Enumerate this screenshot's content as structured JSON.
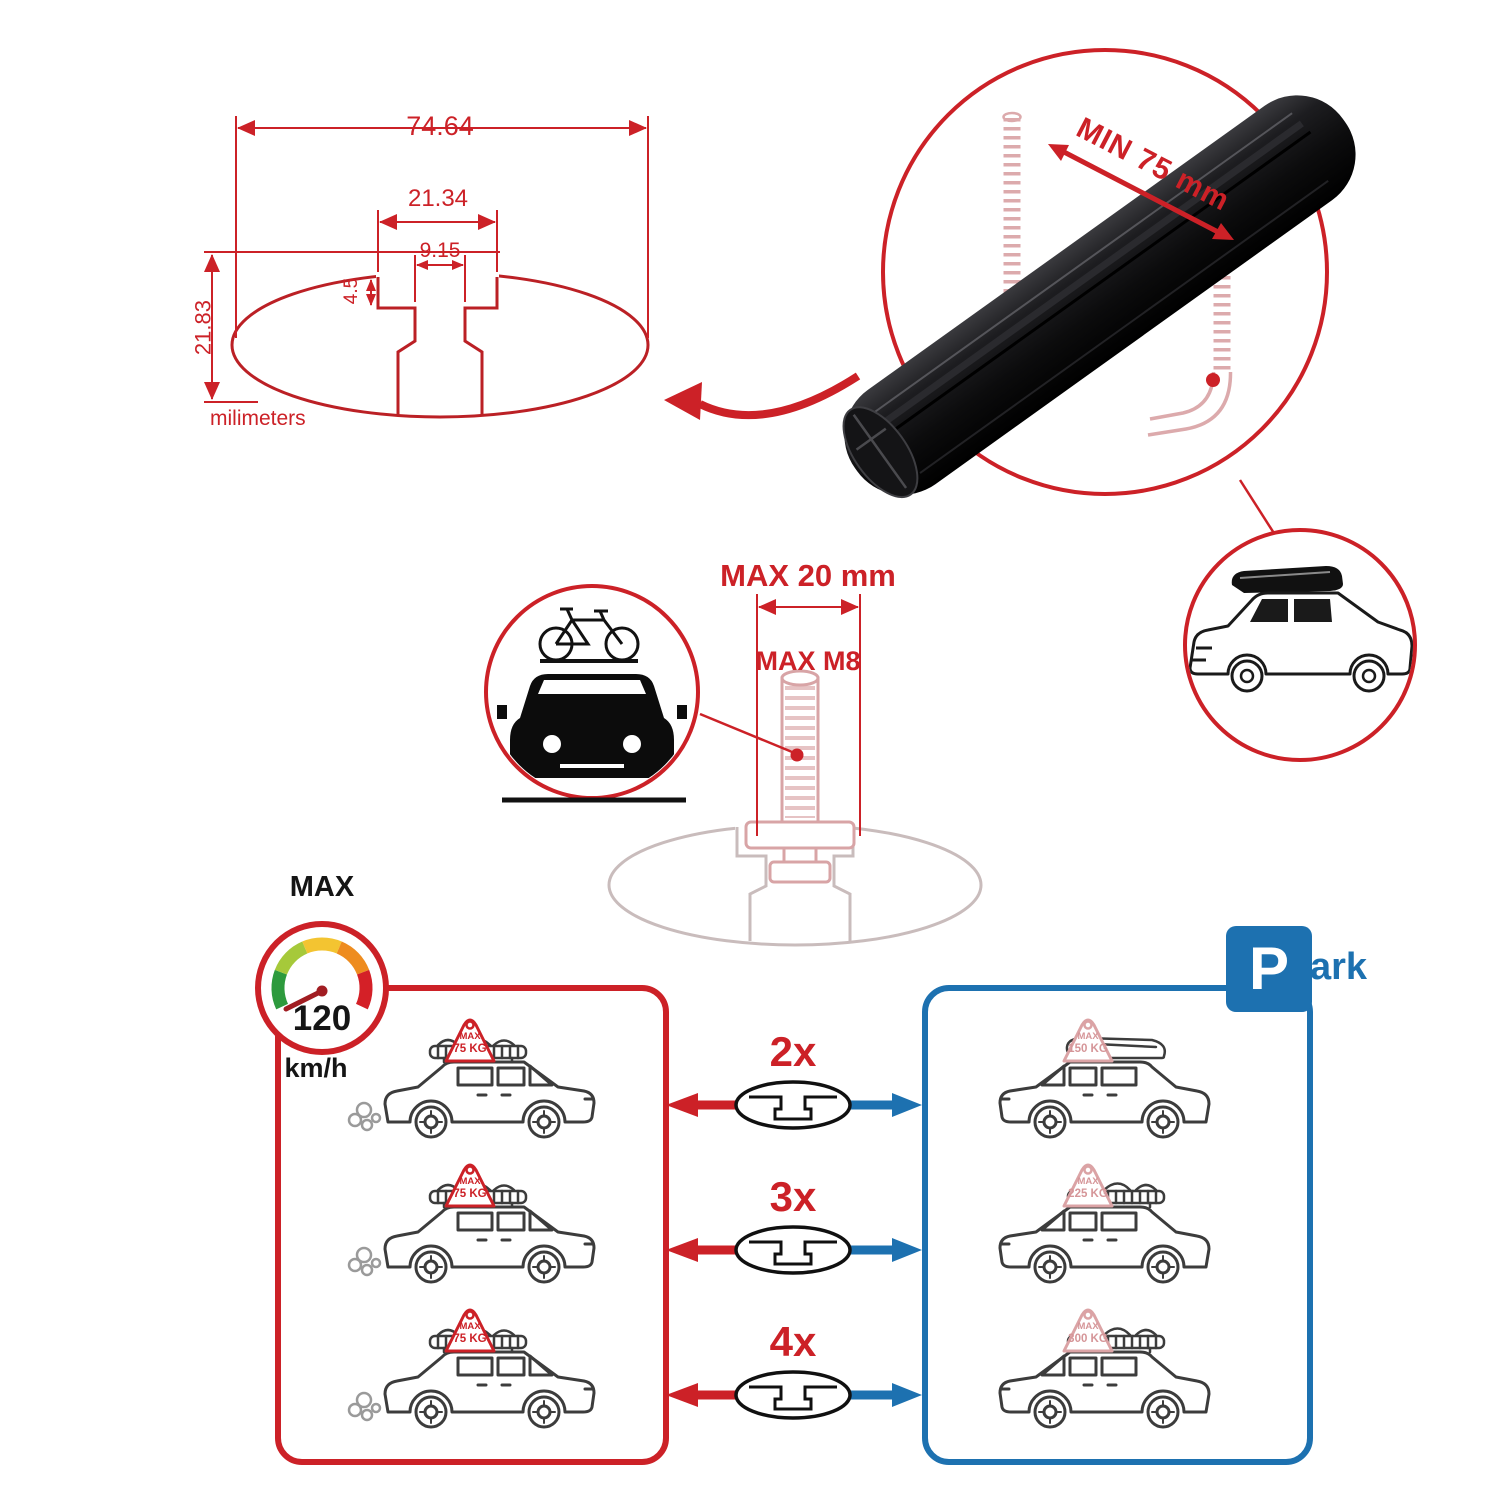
{
  "technical_drawing": {
    "total_width": "74.64",
    "slot_outer_width": "21.34",
    "slot_inner_width": "9.15",
    "lip_depth": "4.5",
    "total_height": "21.83",
    "units": "milimeters"
  },
  "crossbar_detail": {
    "min_length": "MIN 75 mm"
  },
  "bolt_detail": {
    "max_width": "MAX 20 mm",
    "max_thread": "MAX M8"
  },
  "speed_limit": {
    "label": "MAX",
    "value": "120",
    "unit": "km/h"
  },
  "parking_sign": {
    "letter": "P",
    "rest": "ark"
  },
  "driving_loads": [
    {
      "line1": "MAX",
      "line2": "75 KG"
    },
    {
      "line1": "MAX",
      "line2": "75 KG"
    },
    {
      "line1": "MAX",
      "line2": "75 KG"
    }
  ],
  "parked_loads": [
    {
      "line1": "MAX",
      "line2": "150 KG"
    },
    {
      "line1": "MAX",
      "line2": "225 KG"
    },
    {
      "line1": "MAX",
      "line2": "300 KG"
    }
  ],
  "bar_quantities": [
    {
      "label": "2x"
    },
    {
      "label": "3x"
    },
    {
      "label": "4x"
    }
  ],
  "colors": {
    "red": "#cc2127",
    "blue": "#1d71b0",
    "faded_red": "#d8a4a6",
    "black": "#111111"
  }
}
